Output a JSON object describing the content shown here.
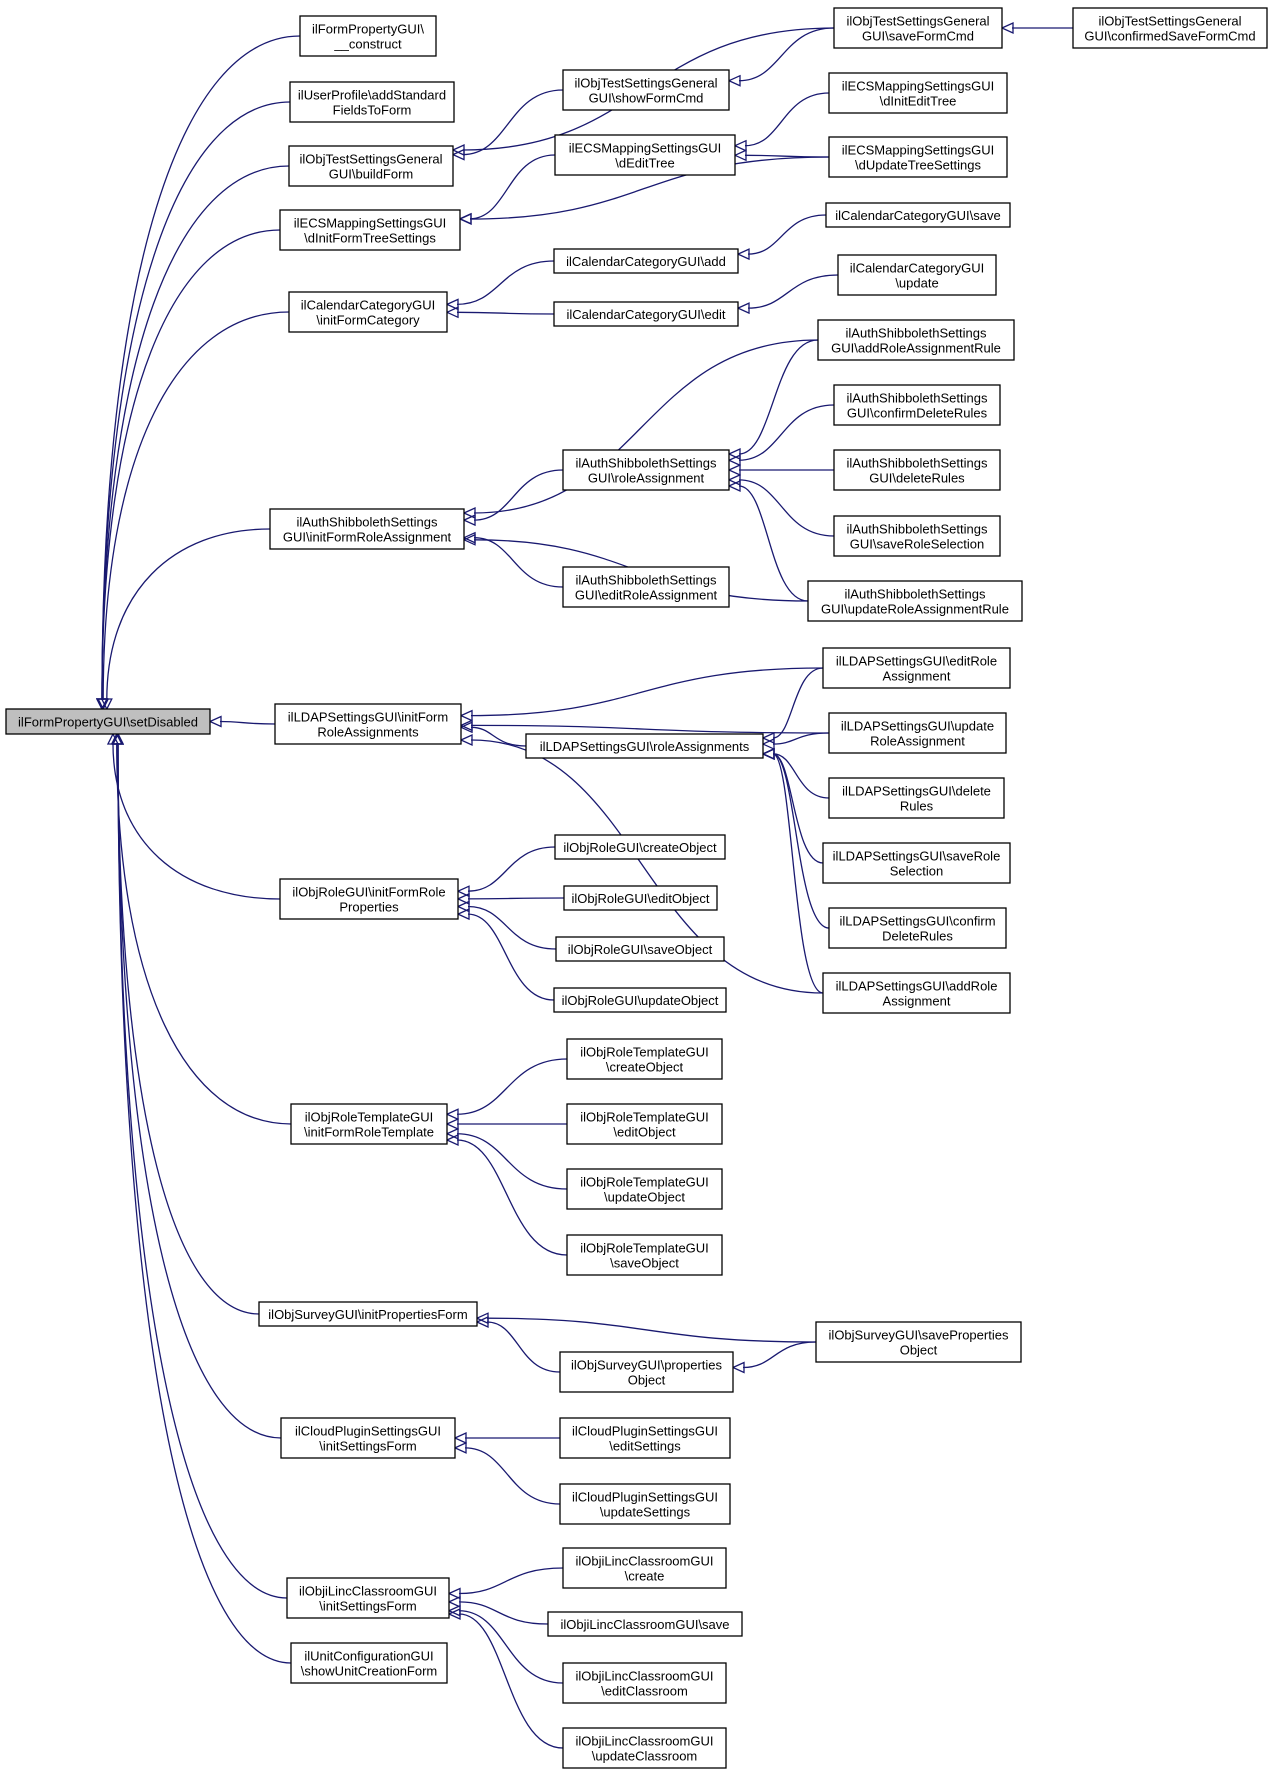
{
  "graph": {
    "root": "root",
    "nodes": [
      {
        "id": "root",
        "lines": [
          "ilFormPropertyGUI\\setDisabled"
        ]
      },
      {
        "id": "construct",
        "lines": [
          "ilFormPropertyGUI\\",
          "__construct"
        ]
      },
      {
        "id": "addStd",
        "lines": [
          "ilUserProfile\\addStandard",
          "FieldsToForm"
        ]
      },
      {
        "id": "buildForm",
        "lines": [
          "ilObjTestSettingsGeneral",
          "GUI\\buildForm"
        ]
      },
      {
        "id": "ecsInitForm",
        "lines": [
          "ilECSMappingSettingsGUI",
          "\\dInitFormTreeSettings"
        ]
      },
      {
        "id": "calInit",
        "lines": [
          "ilCalendarCategoryGUI",
          "\\initFormCategory"
        ]
      },
      {
        "id": "shibInit",
        "lines": [
          "ilAuthShibbolethSettings",
          "GUI\\initFormRoleAssignment"
        ]
      },
      {
        "id": "ldapInit",
        "lines": [
          "ilLDAPSettingsGUI\\initForm",
          "RoleAssignments"
        ]
      },
      {
        "id": "roleInit",
        "lines": [
          "ilObjRoleGUI\\initFormRole",
          "Properties"
        ]
      },
      {
        "id": "rtInit",
        "lines": [
          "ilObjRoleTemplateGUI",
          "\\initFormRoleTemplate"
        ]
      },
      {
        "id": "survInit",
        "lines": [
          "ilObjSurveyGUI\\initPropertiesForm"
        ]
      },
      {
        "id": "cloudInit",
        "lines": [
          "ilCloudPluginSettingsGUI",
          "\\initSettingsForm"
        ]
      },
      {
        "id": "lincInit",
        "lines": [
          "ilObjiLincClassroomGUI",
          "\\initSettingsForm"
        ]
      },
      {
        "id": "unitShow",
        "lines": [
          "ilUnitConfigurationGUI",
          "\\showUnitCreationForm"
        ]
      },
      {
        "id": "showFormCmd",
        "lines": [
          "ilObjTestSettingsGeneral",
          "GUI\\showFormCmd"
        ]
      },
      {
        "id": "saveFormCmd",
        "lines": [
          "ilObjTestSettingsGeneral",
          "GUI\\saveFormCmd"
        ]
      },
      {
        "id": "confirmedSave",
        "lines": [
          "ilObjTestSettingsGeneral",
          "GUI\\confirmedSaveFormCmd"
        ]
      },
      {
        "id": "ecsEditTree",
        "lines": [
          "ilECSMappingSettingsGUI",
          "\\dEditTree"
        ]
      },
      {
        "id": "ecsInitEdit",
        "lines": [
          "ilECSMappingSettingsGUI",
          "\\dInitEditTree"
        ]
      },
      {
        "id": "ecsUpdate",
        "lines": [
          "ilECSMappingSettingsGUI",
          "\\dUpdateTreeSettings"
        ]
      },
      {
        "id": "calAdd",
        "lines": [
          "ilCalendarCategoryGUI\\add"
        ]
      },
      {
        "id": "calEdit",
        "lines": [
          "ilCalendarCategoryGUI\\edit"
        ]
      },
      {
        "id": "calSave",
        "lines": [
          "ilCalendarCategoryGUI\\save"
        ]
      },
      {
        "id": "calUpdate",
        "lines": [
          "ilCalendarCategoryGUI",
          "\\update"
        ]
      },
      {
        "id": "shibRoleAssign",
        "lines": [
          "ilAuthShibbolethSettings",
          "GUI\\roleAssignment"
        ]
      },
      {
        "id": "shibEditRole",
        "lines": [
          "ilAuthShibbolethSettings",
          "GUI\\editRoleAssignment"
        ]
      },
      {
        "id": "shibAddRule",
        "lines": [
          "ilAuthShibbolethSettings",
          "GUI\\addRoleAssignmentRule"
        ]
      },
      {
        "id": "shibConfirmDel",
        "lines": [
          "ilAuthShibbolethSettings",
          "GUI\\confirmDeleteRules"
        ]
      },
      {
        "id": "shibDelete",
        "lines": [
          "ilAuthShibbolethSettings",
          "GUI\\deleteRules"
        ]
      },
      {
        "id": "shibSaveSel",
        "lines": [
          "ilAuthShibbolethSettings",
          "GUI\\saveRoleSelection"
        ]
      },
      {
        "id": "shibUpdateRule",
        "lines": [
          "ilAuthShibbolethSettings",
          "GUI\\updateRoleAssignmentRule"
        ]
      },
      {
        "id": "ldapRoleAssign",
        "lines": [
          "ilLDAPSettingsGUI\\roleAssignments"
        ]
      },
      {
        "id": "ldapEditRole",
        "lines": [
          "ilLDAPSettingsGUI\\editRole",
          "Assignment"
        ]
      },
      {
        "id": "ldapUpdateRole",
        "lines": [
          "ilLDAPSettingsGUI\\update",
          "RoleAssignment"
        ]
      },
      {
        "id": "ldapDelete",
        "lines": [
          "ilLDAPSettingsGUI\\delete",
          "Rules"
        ]
      },
      {
        "id": "ldapSaveRole",
        "lines": [
          "ilLDAPSettingsGUI\\saveRole",
          "Selection"
        ]
      },
      {
        "id": "ldapConfirm",
        "lines": [
          "ilLDAPSettingsGUI\\confirm",
          "DeleteRules"
        ]
      },
      {
        "id": "ldapAddRole",
        "lines": [
          "ilLDAPSettingsGUI\\addRole",
          "Assignment"
        ]
      },
      {
        "id": "roleCreate",
        "lines": [
          "ilObjRoleGUI\\createObject"
        ]
      },
      {
        "id": "roleEdit",
        "lines": [
          "ilObjRoleGUI\\editObject"
        ]
      },
      {
        "id": "roleSave",
        "lines": [
          "ilObjRoleGUI\\saveObject"
        ]
      },
      {
        "id": "roleUpdate",
        "lines": [
          "ilObjRoleGUI\\updateObject"
        ]
      },
      {
        "id": "rtCreate",
        "lines": [
          "ilObjRoleTemplateGUI",
          "\\createObject"
        ]
      },
      {
        "id": "rtEdit",
        "lines": [
          "ilObjRoleTemplateGUI",
          "\\editObject"
        ]
      },
      {
        "id": "rtUpdate",
        "lines": [
          "ilObjRoleTemplateGUI",
          "\\updateObject"
        ]
      },
      {
        "id": "rtSave",
        "lines": [
          "ilObjRoleTemplateGUI",
          "\\saveObject"
        ]
      },
      {
        "id": "survProps",
        "lines": [
          "ilObjSurveyGUI\\properties",
          "Object"
        ]
      },
      {
        "id": "survSave",
        "lines": [
          "ilObjSurveyGUI\\saveProperties",
          "Object"
        ]
      },
      {
        "id": "cloudEdit",
        "lines": [
          "ilCloudPluginSettingsGUI",
          "\\editSettings"
        ]
      },
      {
        "id": "cloudUpdate",
        "lines": [
          "ilCloudPluginSettingsGUI",
          "\\updateSettings"
        ]
      },
      {
        "id": "lincCreate",
        "lines": [
          "ilObjiLincClassroomGUI",
          "\\create"
        ]
      },
      {
        "id": "lincSave",
        "lines": [
          "ilObjiLincClassroomGUI\\save"
        ]
      },
      {
        "id": "lincEdit",
        "lines": [
          "ilObjiLincClassroomGUI",
          "\\editClassroom"
        ]
      },
      {
        "id": "lincUpdate",
        "lines": [
          "ilObjiLincClassroomGUI",
          "\\updateClassroom"
        ]
      }
    ],
    "edges": [
      [
        "construct",
        "root"
      ],
      [
        "addStd",
        "root"
      ],
      [
        "buildForm",
        "root"
      ],
      [
        "ecsInitForm",
        "root"
      ],
      [
        "calInit",
        "root"
      ],
      [
        "shibInit",
        "root"
      ],
      [
        "ldapInit",
        "root"
      ],
      [
        "roleInit",
        "root"
      ],
      [
        "rtInit",
        "root"
      ],
      [
        "survInit",
        "root"
      ],
      [
        "cloudInit",
        "root"
      ],
      [
        "lincInit",
        "root"
      ],
      [
        "unitShow",
        "root"
      ],
      [
        "showFormCmd",
        "buildForm"
      ],
      [
        "saveFormCmd",
        "buildForm"
      ],
      [
        "saveFormCmd",
        "showFormCmd"
      ],
      [
        "confirmedSave",
        "saveFormCmd"
      ],
      [
        "ecsEditTree",
        "ecsInitForm"
      ],
      [
        "ecsUpdate",
        "ecsInitForm"
      ],
      [
        "ecsInitEdit",
        "ecsEditTree"
      ],
      [
        "ecsUpdate",
        "ecsEditTree"
      ],
      [
        "calAdd",
        "calInit"
      ],
      [
        "calEdit",
        "calInit"
      ],
      [
        "calSave",
        "calAdd"
      ],
      [
        "calUpdate",
        "calEdit"
      ],
      [
        "shibAddRule",
        "shibInit"
      ],
      [
        "shibRoleAssign",
        "shibInit"
      ],
      [
        "shibUpdateRule",
        "shibInit"
      ],
      [
        "shibEditRole",
        "shibInit"
      ],
      [
        "shibAddRule",
        "shibRoleAssign"
      ],
      [
        "shibConfirmDel",
        "shibRoleAssign"
      ],
      [
        "shibDelete",
        "shibRoleAssign"
      ],
      [
        "shibSaveSel",
        "shibRoleAssign"
      ],
      [
        "shibUpdateRule",
        "shibRoleAssign"
      ],
      [
        "ldapEditRole",
        "ldapInit"
      ],
      [
        "ldapUpdateRole",
        "ldapInit"
      ],
      [
        "ldapRoleAssign",
        "ldapInit"
      ],
      [
        "ldapAddRole",
        "ldapInit"
      ],
      [
        "ldapEditRole",
        "ldapRoleAssign"
      ],
      [
        "ldapUpdateRole",
        "ldapRoleAssign"
      ],
      [
        "ldapDelete",
        "ldapRoleAssign"
      ],
      [
        "ldapSaveRole",
        "ldapRoleAssign"
      ],
      [
        "ldapConfirm",
        "ldapRoleAssign"
      ],
      [
        "ldapAddRole",
        "ldapRoleAssign"
      ],
      [
        "roleCreate",
        "roleInit"
      ],
      [
        "roleEdit",
        "roleInit"
      ],
      [
        "roleSave",
        "roleInit"
      ],
      [
        "roleUpdate",
        "roleInit"
      ],
      [
        "rtCreate",
        "rtInit"
      ],
      [
        "rtEdit",
        "rtInit"
      ],
      [
        "rtUpdate",
        "rtInit"
      ],
      [
        "rtSave",
        "rtInit"
      ],
      [
        "survSave",
        "survInit"
      ],
      [
        "survProps",
        "survInit"
      ],
      [
        "survSave",
        "survProps"
      ],
      [
        "cloudEdit",
        "cloudInit"
      ],
      [
        "cloudUpdate",
        "cloudInit"
      ],
      [
        "lincCreate",
        "lincInit"
      ],
      [
        "lincSave",
        "lincInit"
      ],
      [
        "lincEdit",
        "lincInit"
      ],
      [
        "lincUpdate",
        "lincInit"
      ]
    ]
  },
  "colors": {
    "edge": "#191970",
    "root_fill": "#bfbfbf",
    "node_fill": "#ffffff",
    "border": "#000000"
  }
}
